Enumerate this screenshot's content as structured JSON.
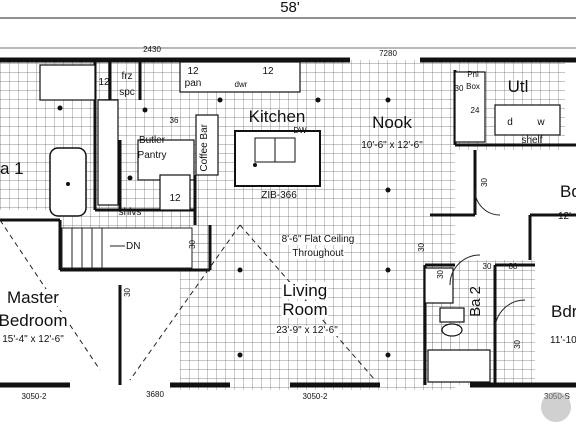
{
  "header": {
    "overall_width": "58'"
  },
  "dimensions": {
    "top_left": "2430",
    "top_right": "7280",
    "bottom_1": "3050-2",
    "bottom_2": "3680",
    "bottom_3": "3050-2",
    "bottom_4": "3050-S"
  },
  "rooms": {
    "kitchen": "Kitchen",
    "nook": "Nook",
    "nook_size": "10'-6\" x 12'-6\"",
    "living": "Living",
    "living2": "Room",
    "living_size": "23'-9\" x 12'-6\"",
    "master": "Master",
    "master2": "Bedroom",
    "master_size": "15'-4\" x 12'-6\"",
    "butler": "Butler",
    "pantry": "Pantry",
    "utility": "Utl",
    "bath1": "a 1",
    "bath2": "Ba 2",
    "bed_right_top": "Bd",
    "bed_right_top_size": "12'-",
    "bed_right_bottom": "Bdr",
    "bed_right_bottom_size": "11'-10"
  },
  "fixtures": {
    "frz": "frz",
    "spc": "spc",
    "pan_12": "12",
    "pan": "pan",
    "dwr": "dwr",
    "range_12": "12",
    "dw": "DW",
    "coffee_bar": "Coffee Bar",
    "island": "ZIB-366",
    "shelves": "shlvs",
    "cab_12_a": "12",
    "cab_12_b": "12",
    "cab_36": "36",
    "pnl": "Pnl",
    "box": "Box",
    "shelf": "shelf",
    "d": "d",
    "w": "w",
    "dn": "DN",
    "n30_a": "30",
    "n30_b": "30",
    "n30_c": "30",
    "n30_d": "30",
    "n30_e": "30",
    "n24": "24",
    "n80": "80",
    "n30_f": "30",
    "n30_g": "30",
    "n30_h": "30"
  },
  "notes": {
    "ceiling": "8'-6\" Flat Ceiling",
    "ceiling2": "Throughout"
  }
}
